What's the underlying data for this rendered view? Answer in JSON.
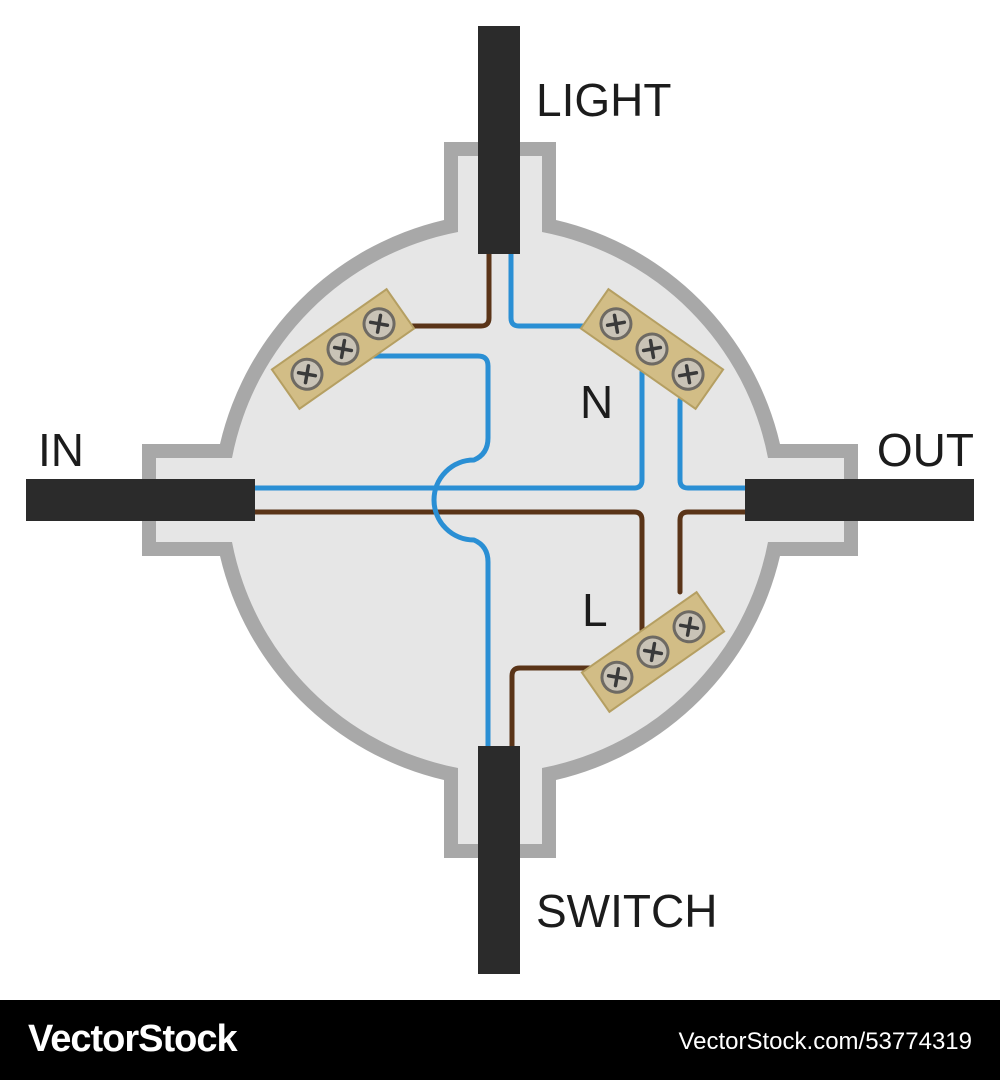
{
  "labels": {
    "light": "LIGHT",
    "in": "IN",
    "out": "OUT",
    "switch": "SWITCH",
    "neutral": "N",
    "live": "L"
  },
  "footer": {
    "brand": "VectorStock",
    "reference": "VectorStock.com/53774319"
  },
  "colors": {
    "box_fill": "#e6e6e6",
    "box_border": "#a8a8a8",
    "cable": "#2b2b2b",
    "wire_neutral": "#2a8fd4",
    "wire_live": "#5a3418",
    "terminal_block": "#d2bd86",
    "screw": "#c9c3b6"
  }
}
